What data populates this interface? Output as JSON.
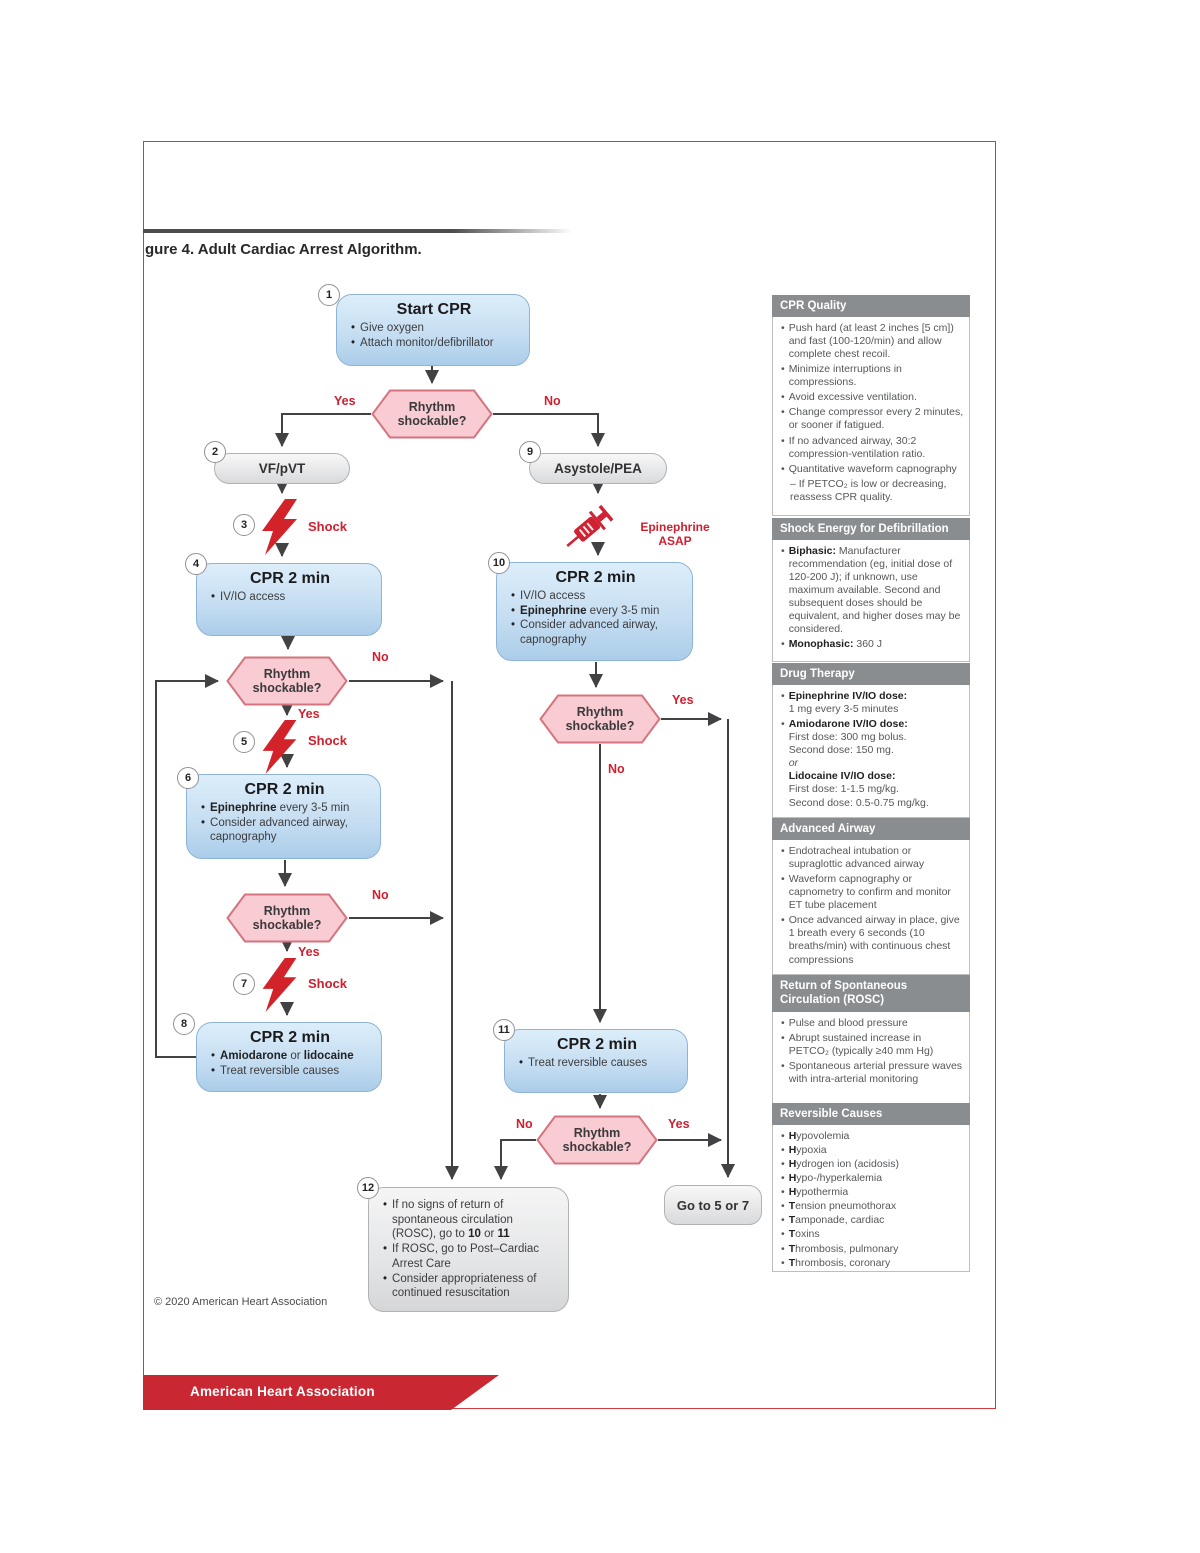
{
  "page": {
    "figure_title": "gure 4.  Adult Cardiac Arrest Algorithm.",
    "copyright": "© 2020 American Heart Association",
    "footer_brand": "American Heart Association",
    "colors": {
      "aha_red": "#cf2030",
      "box_blue": "#c6def2",
      "hex_pink": "#f8ccd2",
      "header_gray": "#8a8d90"
    }
  },
  "labels": {
    "yes": "Yes",
    "no": "No",
    "shock": "Shock",
    "rhythm": "Rhythm shockable?",
    "epi_asap": "Epinephrine ASAP",
    "goto": "Go to 5 or 7"
  },
  "nodes": {
    "n1": {
      "num": "1",
      "title": "Start CPR",
      "b1": "Give oxygen",
      "b2": "Attach monitor/defibrillator"
    },
    "n2": {
      "num": "2",
      "label": "VF/pVT"
    },
    "n3": {
      "num": "3"
    },
    "n4": {
      "num": "4",
      "title": "CPR 2 min",
      "b1": "IV/IO access"
    },
    "n5": {
      "num": "5"
    },
    "n6": {
      "num": "6",
      "title": "CPR 2 min",
      "b1_bold": "Epinephrine",
      "b1_rest": " every 3-5 min",
      "b2": "Consider advanced airway, capnography"
    },
    "n7": {
      "num": "7"
    },
    "n8": {
      "num": "8",
      "title": "CPR 2 min",
      "b1_bold": "Amiodarone",
      "b1_mid": " or ",
      "b1_bold2": "lidocaine",
      "b2": "Treat reversible causes"
    },
    "n9": {
      "num": "9",
      "label": "Asystole/PEA"
    },
    "n10": {
      "num": "10",
      "title": "CPR 2 min",
      "b1": "IV/IO access",
      "b2_bold": "Epinephrine",
      "b2_rest": " every 3-5 min",
      "b3": "Consider advanced airway, capnography"
    },
    "n11": {
      "num": "11",
      "title": "CPR 2 min",
      "b1": "Treat reversible causes"
    },
    "n12": {
      "num": "12",
      "b1_pre": "If no signs of return of spontaneous circulation (ROSC), go to ",
      "b1_bold": "10",
      "b1_mid": " or ",
      "b1_bold2": "11",
      "b2": "If ROSC, go to Post–Cardiac Arrest Care",
      "b3": "Consider appropriateness of continued resuscitation"
    }
  },
  "sidebar": {
    "cpr_quality": {
      "header": "CPR Quality",
      "items": [
        "Push hard (at least 2 inches [5 cm]) and fast (100-120/min) and allow complete chest recoil.",
        "Minimize interruptions in compressions.",
        "Avoid excessive ventilation.",
        "Change compressor every 2 minutes, or sooner if fatigued.",
        "If no advanced airway, 30:2 compression-ventilation ratio.",
        "Quantitative waveform capnography"
      ],
      "sub_item": "–  If PETCO₂ is low or decreasing, reassess CPR quality."
    },
    "shock_energy": {
      "header": "Shock Energy for Defibrillation",
      "i1_bold": "Biphasic:",
      "i1_rest": " Manufacturer recommendation (eg, initial dose of 120-200 J); if unknown, use maximum available. Second and subsequent doses should be equivalent, and higher doses may be considered.",
      "i2_bold": "Monophasic:",
      "i2_rest": " 360 J"
    },
    "drug_therapy": {
      "header": "Drug Therapy",
      "epi_bold": "Epinephrine IV/IO dose:",
      "epi_line": "1 mg every 3-5 minutes",
      "amio_bold": "Amiodarone IV/IO dose:",
      "amio_l1": "First dose: 300 mg bolus.",
      "amio_l2": "Second dose: 150 mg.",
      "or_word": "or",
      "lido_bold": "Lidocaine IV/IO dose:",
      "lido_l1": "First dose: 1-1.5 mg/kg.",
      "lido_l2": "Second dose: 0.5-0.75 mg/kg."
    },
    "advanced_airway": {
      "header": "Advanced Airway",
      "items": [
        "Endotracheal intubation or supraglottic advanced airway",
        "Waveform capnography or capnometry to confirm and monitor ET tube placement",
        "Once advanced airway in place, give 1 breath every 6 seconds (10 breaths/min) with continuous chest compressions"
      ]
    },
    "rosc": {
      "header": "Return of Spontaneous Circulation (ROSC)",
      "items": [
        "Pulse and blood pressure",
        "Abrupt sustained increase in PETCO₂ (typically ≥40 mm Hg)",
        "Spontaneous arterial pressure waves with intra-arterial monitoring"
      ]
    },
    "reversible": {
      "header": "Reversible Causes",
      "items": [
        {
          "b": "H",
          "t": "ypovolemia"
        },
        {
          "b": "H",
          "t": "ypoxia"
        },
        {
          "b": "H",
          "t": "ydrogen ion (acidosis)"
        },
        {
          "b": "H",
          "t": "ypo-/hyperkalemia"
        },
        {
          "b": "H",
          "t": "ypothermia"
        },
        {
          "b": "T",
          "t": "ension pneumothorax"
        },
        {
          "b": "T",
          "t": "amponade, cardiac"
        },
        {
          "b": "T",
          "t": "oxins"
        },
        {
          "b": "T",
          "t": "hrombosis, pulmonary"
        },
        {
          "b": "T",
          "t": "hrombosis, coronary"
        }
      ]
    }
  }
}
